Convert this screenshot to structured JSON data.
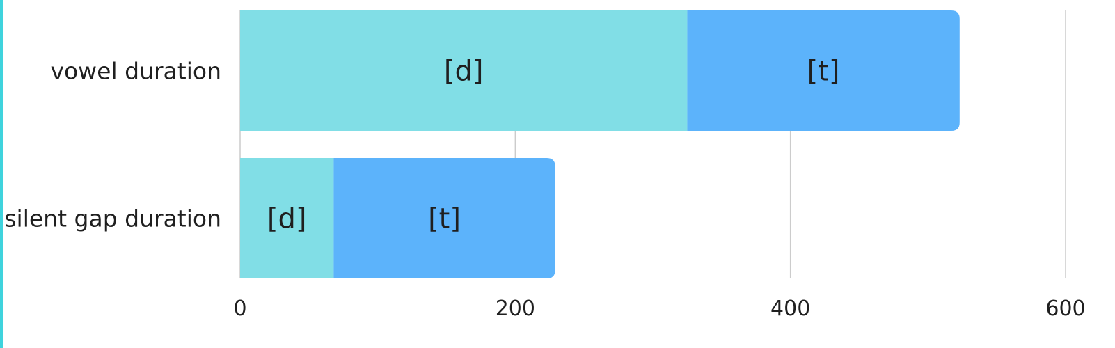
{
  "chart_data": {
    "type": "bar",
    "orientation": "horizontal",
    "stacked": true,
    "categories": [
      "vowel duration",
      "silent gap duration"
    ],
    "series": [
      {
        "name": "[d]",
        "values": [
          325,
          68
        ],
        "color": "#81dee6"
      },
      {
        "name": "[t]",
        "values": [
          198,
          161
        ],
        "color": "#5cb3fb"
      }
    ],
    "xlim": [
      0,
      600
    ],
    "xticks": [
      0,
      200,
      400,
      600
    ],
    "grid": true,
    "title": "",
    "xlabel": "",
    "ylabel": ""
  },
  "colors": {
    "accent_edge": "#3fd3dd",
    "gridline": "#cccccc"
  }
}
